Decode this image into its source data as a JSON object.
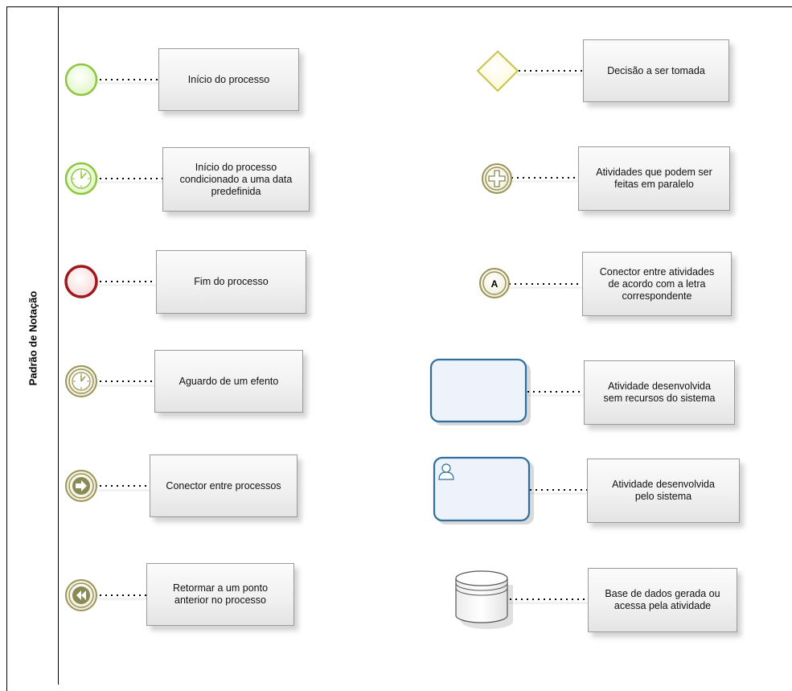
{
  "lane_title": "Padrão de Notação",
  "items": [
    {
      "icon": "start-event-icon",
      "label": "Início do processo"
    },
    {
      "icon": "timer-start-event-icon",
      "label": "Início do processo\ncondicionado a uma data\npredefinida"
    },
    {
      "icon": "end-event-icon",
      "label": "Fim do processo"
    },
    {
      "icon": "timer-intermediate-event-icon",
      "label": "Aguardo de um efento"
    },
    {
      "icon": "link-throw-event-icon",
      "label": "Conector entre processos"
    },
    {
      "icon": "compensation-event-icon",
      "label": "Retormar a um ponto\nanterior no processo"
    },
    {
      "icon": "exclusive-gateway-icon",
      "label": "Decisão a ser tomada"
    },
    {
      "icon": "parallel-gateway-icon",
      "label": "Atividades que podem ser\nfeitas em paralelo"
    },
    {
      "icon": "link-connector-event-icon",
      "label": "Conector entre atividades\nde acordo com a letra\ncorrespondente",
      "letter": "A"
    },
    {
      "icon": "manual-task-icon",
      "label": "Atividade desenvolvida\nsem recursos do sistema"
    },
    {
      "icon": "user-task-icon",
      "label": "Atividade desenvolvida\npelo sistema"
    },
    {
      "icon": "data-store-icon",
      "label": "Base de dados gerada ou\nacessa pela atividade"
    }
  ],
  "colors": {
    "start_green": "#8dc63f",
    "end_red": "#a0171c",
    "intermediate_olive": "#9b9458",
    "gateway_yellow": "#c9c24a",
    "task_blue": "#2f6f9f",
    "task_fill": "#eef3fb"
  }
}
